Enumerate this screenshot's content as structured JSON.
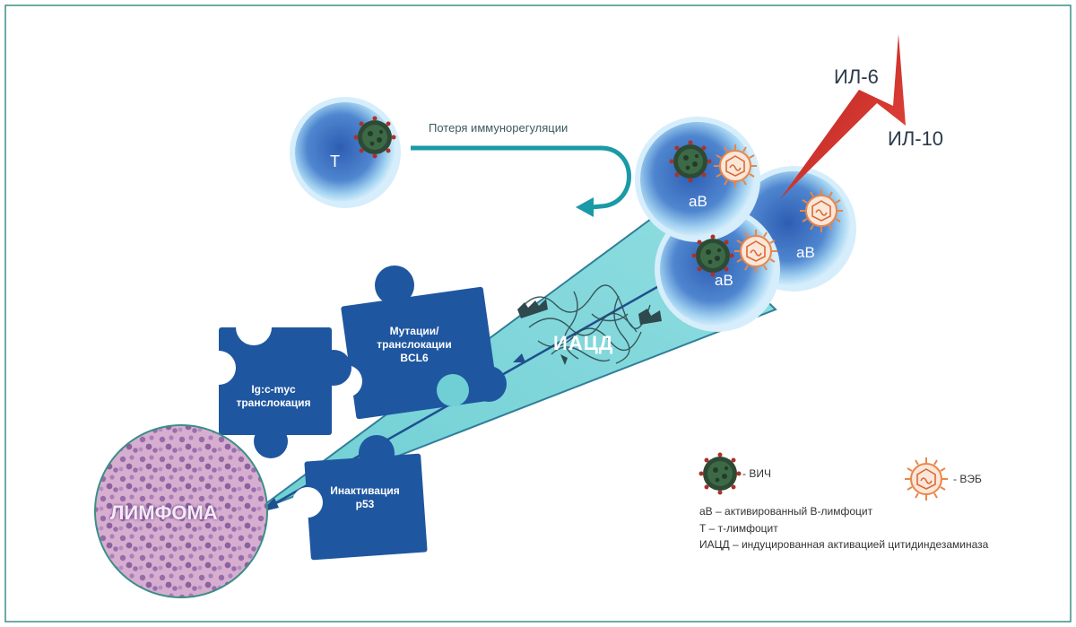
{
  "cells": {
    "t_cell_label": "Т",
    "b_cell_label": "аВ"
  },
  "arrow_label": "Потеря иммунорегуляции",
  "cytokines": {
    "il6": "ИЛ-6",
    "il10": "ИЛ-10"
  },
  "enzyme_label": "ИАЦД",
  "puzzle": {
    "mutations": [
      "Мутации/",
      "транслокации",
      "BCL6"
    ],
    "translocation": [
      "Ig:c-myc",
      "транслокация"
    ],
    "inactivation": [
      "Инактивация",
      "p53"
    ]
  },
  "lymphoma_label": "ЛИМФОМА",
  "legend": {
    "hiv": "- ВИЧ",
    "ebv": "- ВЭБ",
    "lines": [
      "аВ – активированный В-лимфоцит",
      "Т – т-лимфоцит",
      "ИАЦД – индуцированная активацией цитидиндезаминаза"
    ]
  },
  "colors": {
    "frame": "#3a8f86",
    "teal": "#1a9aa6",
    "puzzle": "#1f56a0",
    "cone": "#57c3c9",
    "bolt": "#d42a26",
    "hiv": "#2c4a34",
    "ebv": "#e8864a"
  }
}
